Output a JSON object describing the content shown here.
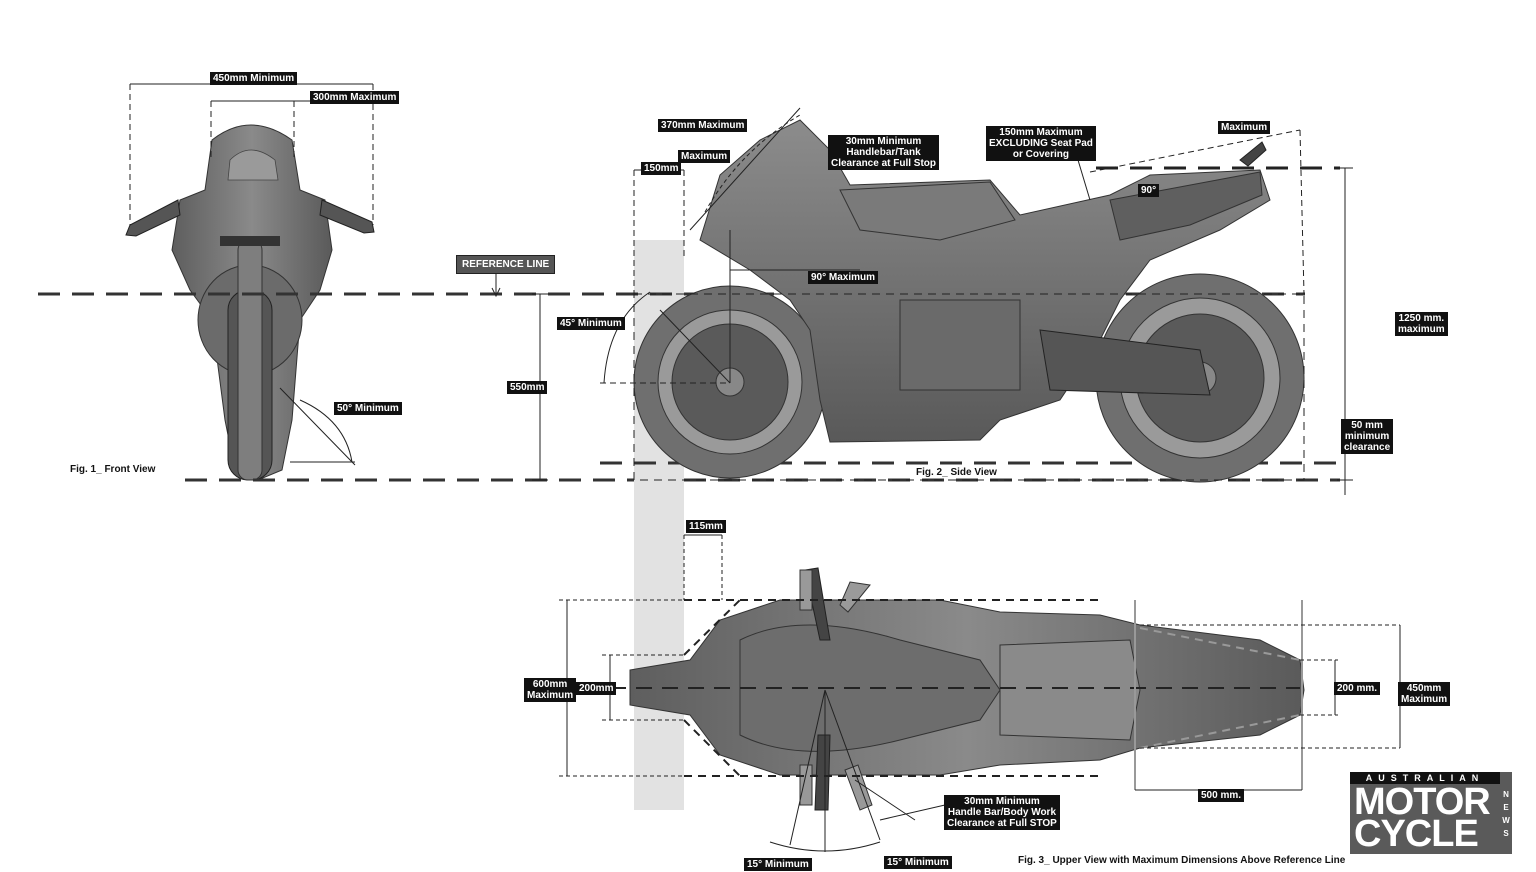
{
  "labels": {
    "front_450": "450mm Minimum",
    "front_300": "300mm Maximum",
    "front_50deg": "50° Minimum",
    "fig1": "Fig. 1_ Front View",
    "reference_line": "REFERENCE LINE",
    "side_370": "370mm Maximum",
    "side_max_fairing": "Maximum",
    "side_150": "150mm",
    "side_30_handlebar": "30mm Minimum\nHandlebar/Tank\nClearance at Full Stop",
    "side_150_seat": "150mm Maximum\nEXCLUDING Seat Pad\nor Covering",
    "side_max_tail": "Maximum",
    "side_90deg_seat": "90°",
    "side_90_max": "90° Maximum",
    "side_45_min": "45° Minimum",
    "side_550": "550mm",
    "side_1250": "1250 mm.\nmaximum",
    "side_50_clear": "50 mm\nminimum\nclearance",
    "fig2": "Fig. 2_ Side View",
    "top_115": "115mm",
    "top_600": "600mm\nMaximum",
    "top_200_left": "200mm",
    "top_200_right": "200 mm.",
    "top_450": "450mm\nMaximum",
    "top_500": "500 mm.",
    "top_30_handlebar": "30mm Minimum\nHandle Bar/Body Work\nClearance at Full STOP",
    "top_15_left": "15° Minimum",
    "top_15_right": "15° Minimum",
    "fig3": "Fig. 3_ Upper View with Maximum Dimensions Above Reference Line"
  },
  "logo": {
    "top": "AUSTRALIAN",
    "line1": "MOTOR",
    "line2": "CYCLE",
    "side": "NEWS"
  },
  "colors": {
    "bike_fill": "#7a7a7a",
    "bike_dark": "#4a4a4a",
    "line": "#222222",
    "shade": "#e4e4e4"
  }
}
